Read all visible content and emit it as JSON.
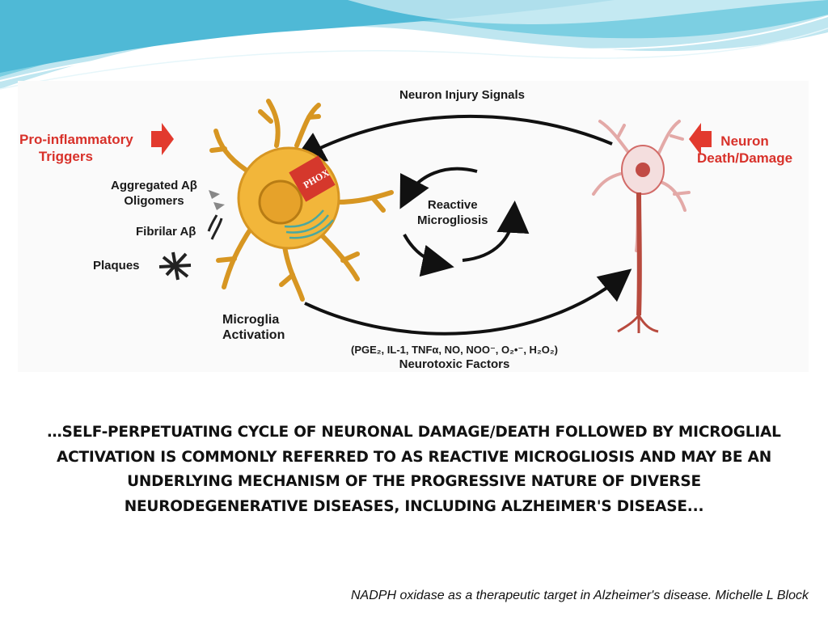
{
  "diagram": {
    "neuron_injury_signals": "Neuron Injury Signals",
    "pro_inflammatory_line1": "Pro-inflammatory",
    "pro_inflammatory_line2": "Triggers",
    "neuron_death_line1": "Neuron",
    "neuron_death_line2": "Death/Damage",
    "aggregated_line1": "Aggregated Aβ",
    "aggregated_line2": "Oligomers",
    "fibrilar": "Fibrilar Aβ",
    "plaques": "Plaques",
    "phox": "PHOX",
    "reactive_line1": "Reactive",
    "reactive_line2": "Microgliosis",
    "microglia_line1": "Microglia",
    "microglia_line2": "Activation",
    "factors_line1": "(PGE₂, IL-1, TNFα, NO, NOO⁻, O₂•⁻, H₂O₂)",
    "factors_line2": "Neurotoxic Factors"
  },
  "caption": {
    "line1": "…SELF-PERPETUATING CYCLE OF NEURONAL DAMAGE/DEATH FOLLOWED BY MICROGLIAL",
    "line2": "ACTIVATION IS COMMONLY REFERRED TO AS REACTIVE MICROGLIOSIS AND MAY BE AN",
    "line3": "UNDERLYING MECHANISM OF THE PROGRESSIVE NATURE OF DIVERSE",
    "line4": "NEURODEGENERATIVE DISEASES, INCLUDING ALZHEIMER'S DISEASE..."
  },
  "citation": "NADPH oxidase as a therapeutic target in Alzheimer's disease.  Michelle L Block"
}
